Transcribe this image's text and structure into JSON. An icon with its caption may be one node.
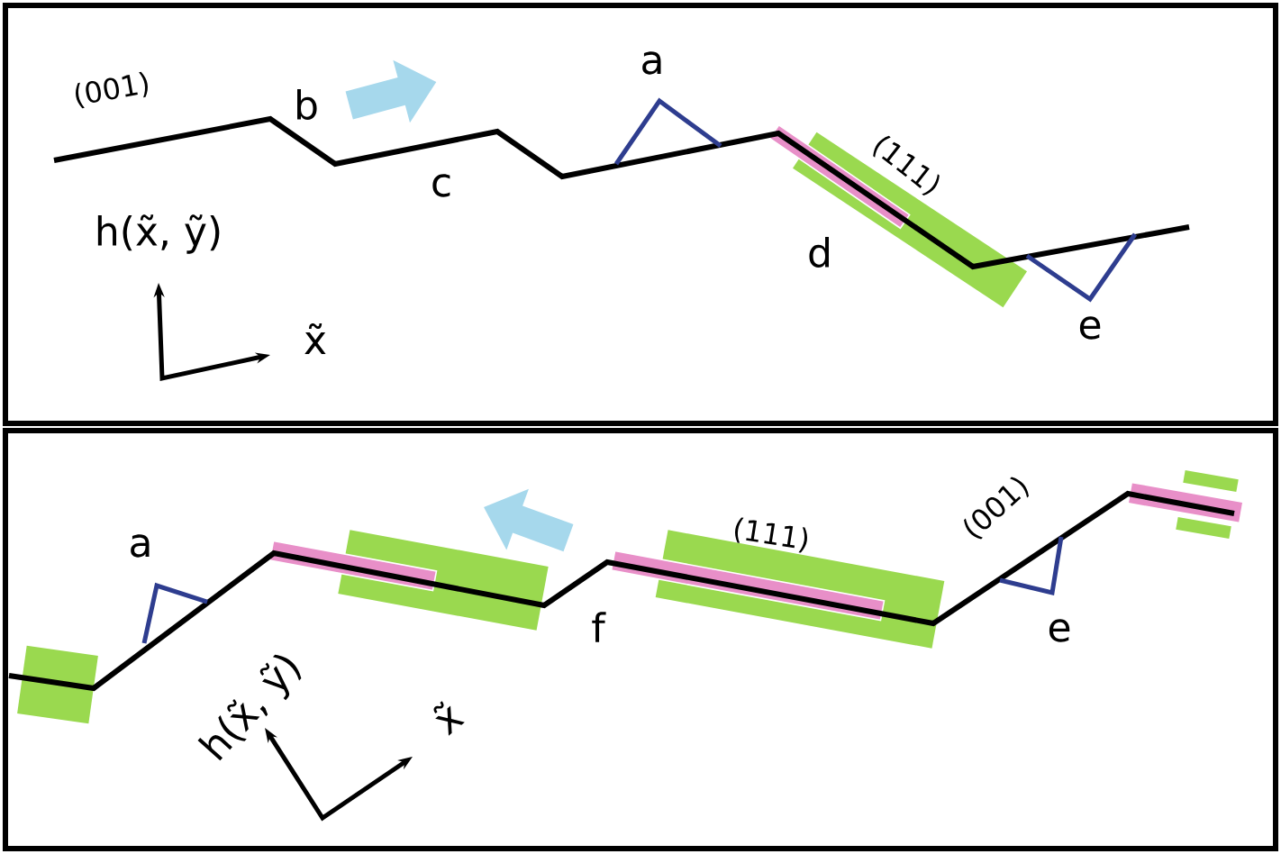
{
  "diagram": {
    "labels": [
      "(001)",
      "b",
      "a",
      "c",
      "h(x̃, ỹ)",
      "(111)",
      "d",
      "x̃",
      "e",
      "a",
      "(111)",
      "(001)",
      "f",
      "e",
      "h(x̃, ỹ)",
      "x̃"
    ]
  }
}
